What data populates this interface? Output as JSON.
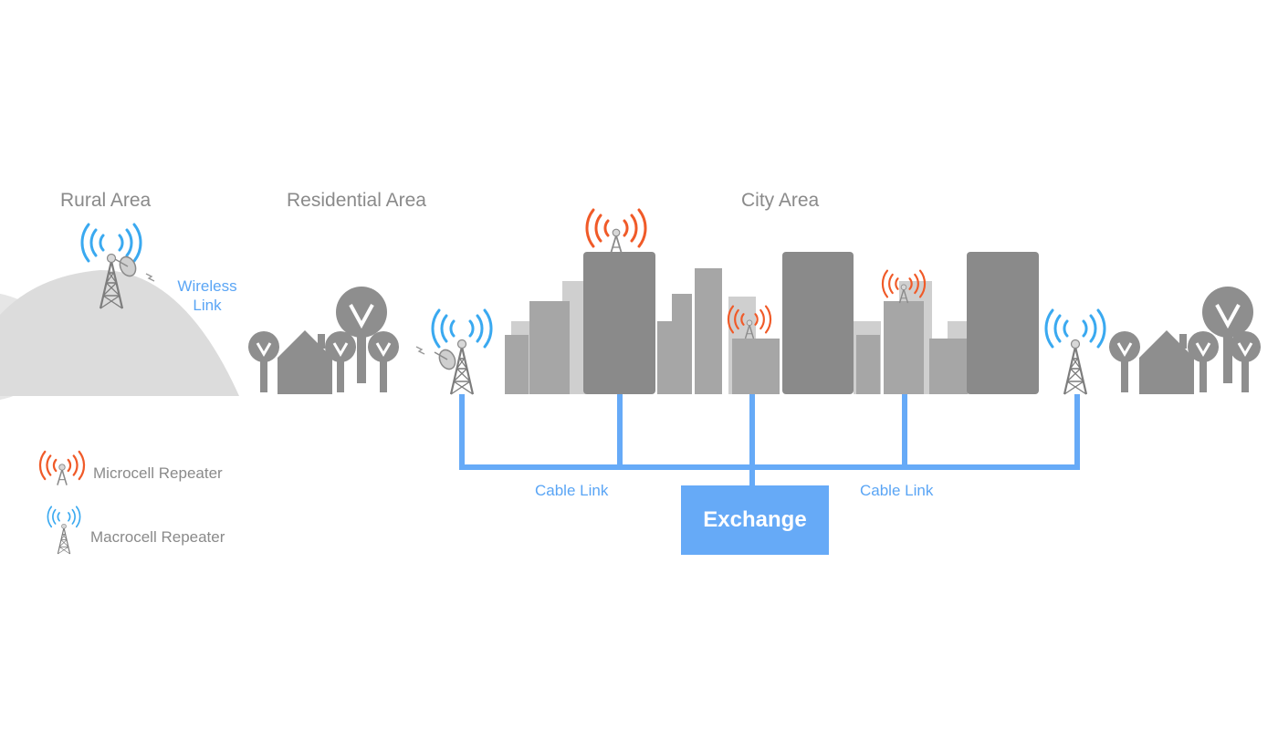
{
  "areas": {
    "rural": "Rural Area",
    "residential": "Residential Area",
    "city": "City Area"
  },
  "links": {
    "wireless": "Wireless Link",
    "cable_left": "Cable Link",
    "cable_right": "Cable Link"
  },
  "exchange": "Exchange",
  "legend": {
    "microcell": "Microcell Repeater",
    "macrocell": "Macrocell Repeater"
  },
  "colors": {
    "cable": "#66aaf7",
    "macro_wave": "#3aa9f0",
    "micro_wave": "#f05a28",
    "building_dark": "#8a8a8a",
    "building_mid": "#a6a6a6",
    "building_light": "#cfcfcf",
    "hill": "#dcdcdc",
    "tree": "#8e8e8e"
  },
  "icons": {
    "macrocell": "macrocell-tower-icon",
    "microcell": "microcell-antenna-icon",
    "dish": "dish-antenna-icon",
    "tree": "tree-icon",
    "house": "house-icon"
  }
}
